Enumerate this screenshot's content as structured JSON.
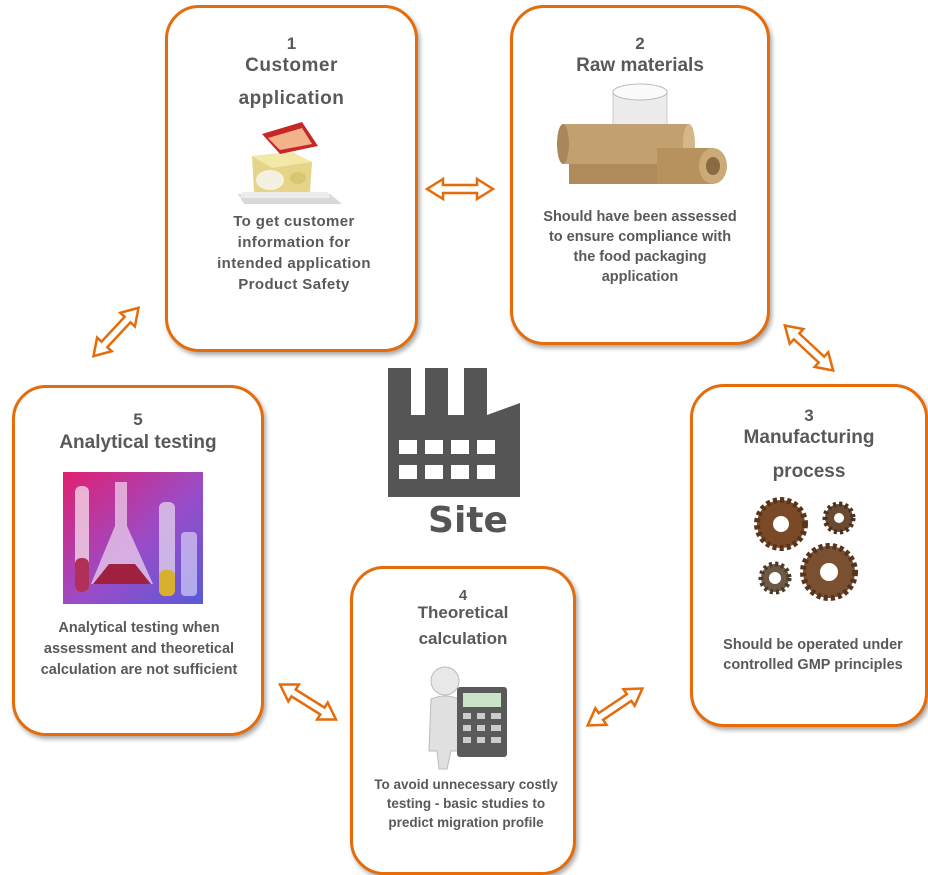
{
  "center": {
    "label": "Site",
    "icon": "factory-icon"
  },
  "steps": [
    {
      "number": "1",
      "title_line1": "Customer",
      "title_line2": "application",
      "description": "To get customer information for intended application Product Safety",
      "image": "cheese-image"
    },
    {
      "number": "2",
      "title_line1": "Raw materials",
      "description": "Should have been assessed to ensure compliance with the food packaging application",
      "image": "paper-rolls-image"
    },
    {
      "number": "3",
      "title_line1": "Manufacturing",
      "title_line2": "process",
      "description": "Should be operated under controlled GMP principles",
      "image": "gears-image"
    },
    {
      "number": "4",
      "title_line1": "Theoretical",
      "title_line2": "calculation",
      "description": "To avoid unnecessary costly testing - basic studies to predict migration profile",
      "image": "calculator-person-image"
    },
    {
      "number": "5",
      "title_line1": "Analytical testing",
      "description": "Analytical testing when assessment and theoretical calculation are not sufficient",
      "image": "lab-glassware-image"
    }
  ],
  "colors": {
    "accent": "#e46c0a",
    "text": "#595959",
    "icon": "#555555",
    "background": "#ffffff"
  }
}
